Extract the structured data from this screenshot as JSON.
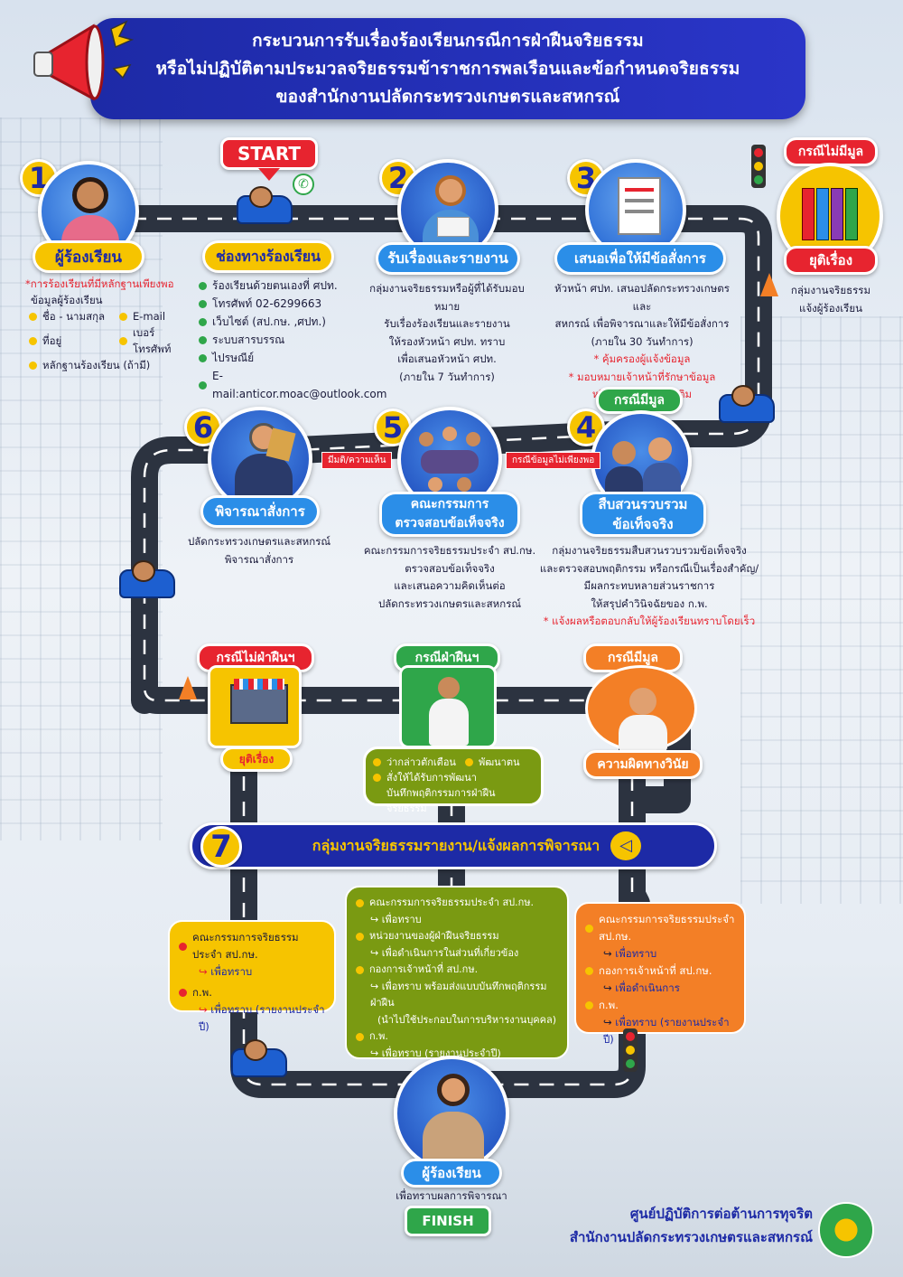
{
  "title": {
    "line1": "กระบวนการรับเรื่องร้องเรียนกรณีการฝ่าฝืนจริยธรรม",
    "line2": "หรือไม่ปฏิบัติตามประมวลจริยธรรมข้าราชการพลเรือนและข้อกำหนดจริยธรรม",
    "line3": "ของสำนักงานปลัดกระทรวงเกษตรและสหกรณ์"
  },
  "start_label": "START",
  "finish_label": "FINISH",
  "step1": {
    "num": "1",
    "label": "ผู้ร้องเรียน",
    "note": "*การร้องเรียนที่มีหลักฐานเพียงพอ",
    "sub": "ข้อมูลผู้ร้องเรียน",
    "items": [
      "ชื่อ - นามสกุล",
      "E-mail",
      "ที่อยู่",
      "เบอร์โทรศัพท์",
      "หลักฐานร้องเรียน (ถ้ามี)"
    ]
  },
  "channels": {
    "label": "ช่องทางร้องเรียน",
    "items": [
      "ร้องเรียนด้วยตนเองที่ ศปท.",
      "โทรศัพท์ 02-6299663",
      "เว็บไซต์ (สป.กษ. ,ศปท.)",
      "ระบบสารบรรณ",
      "ไปรษณีย์",
      "E-mail:anticor.moac@outlook.com"
    ]
  },
  "step2": {
    "num": "2",
    "label": "รับเรื่องและรายงาน",
    "lines": [
      "กลุ่มงานจริยธรรมหรือผู้ที่ได้รับมอบหมาย",
      "รับเรื่องร้องเรียนและรายงาน",
      "ให้รองหัวหน้า ศปท. ทราบ",
      "เพื่อเสนอหัวหน้า ศปท.",
      "(ภายใน 7 วันทำการ)"
    ]
  },
  "step3": {
    "num": "3",
    "label": "เสนอเพื่อให้มีข้อสั่งการ",
    "lines": [
      "หัวหน้า ศปท. เสนอปลัดกระทรวงเกษตรและ",
      "สหกรณ์ เพื่อพิจารณาและให้มีข้อสั่งการ",
      "(ภายใน 30 วันทำการ)"
    ],
    "notes": [
      "* คุ้มครองผู้แจ้งข้อมูล",
      "* มอบหมายเจ้าหน้าที่รักษาข้อมูล",
      "หรือข้อเท็จจริงเพิ่มเติม"
    ]
  },
  "no_basis": {
    "label": "กรณีไม่มีมูล",
    "end_label": "ยุติเรื่อง",
    "lines": [
      "กลุ่มงานจริยธรรม",
      "แจ้งผู้ร้องเรียน"
    ]
  },
  "step4": {
    "num": "4",
    "case": "กรณีมีมูล",
    "label_l1": "สืบสวนรวบรวม",
    "label_l2": "ข้อเท็จจริง",
    "lines": [
      "กลุ่มงานจริยธรรมสืบสวนรวบรวมข้อเท็จจริง",
      "และตรวจสอบพฤติกรรม หรือกรณีเป็นเรื่องสำคัญ/",
      "มีผลกระทบหลายส่วนราชการ",
      "ให้สรุปคำวินิจฉัยของ ก.พ."
    ],
    "note": "* แจ้งผลหรือตอบกลับให้ผู้ร้องเรียนทราบโดยเร็ว"
  },
  "step5": {
    "num": "5",
    "label_l1": "คณะกรรมการ",
    "label_l2": "ตรวจสอบข้อเท็จจริง",
    "arrow_in": "กรณีข้อมูลไม่เพียงพอ",
    "lines": [
      "คณะกรรมการจริยธรรมประจำ สป.กษ.",
      "ตรวจสอบข้อเท็จจริง",
      "และเสนอความคิดเห็นต่อ",
      "ปลัดกระทรวงเกษตรและสหกรณ์"
    ]
  },
  "step6": {
    "num": "6",
    "label": "พิจารณาสั่งการ",
    "arrow_in": "มีมติ/ความเห็น",
    "lines": [
      "ปลัดกระทรวงเกษตรและสหกรณ์",
      "พิจารณาสั่งการ"
    ]
  },
  "outcome_no_violation": {
    "label": "กรณีไม่ฝ่าฝืนฯ",
    "end_label": "ยุติเรื่อง"
  },
  "outcome_violation": {
    "label": "กรณีฝ่าฝืนฯ",
    "items": [
      "ว่ากล่าวตักเตือน",
      "พัฒนาตน",
      "สั่งให้ได้รับการพัฒนา",
      "บันทึกพฤติกรรมการฝ่าฝืนจริยธรรม"
    ]
  },
  "outcome_basis": {
    "label": "กรณีมีมูล",
    "end_label": "ความผิดทางวินัย"
  },
  "step7": {
    "num": "7",
    "label": "กลุ่มงานจริยธรรมรายงาน/แจ้งผลการพิจารณา"
  },
  "report_yellow": [
    {
      "to": "คณะกรรมการจริยธรรมประจำ สป.กษ.",
      "action": "เพื่อทราบ"
    },
    {
      "to": "ก.พ.",
      "action": "เพื่อทราบ (รายงานประจำปี)"
    }
  ],
  "report_green": [
    {
      "to": "คณะกรรมการจริยธรรมประจำ สป.กษ.",
      "action": "เพื่อทราบ"
    },
    {
      "to": "หน่วยงานของผู้ฝ่าฝืนจริยธรรม",
      "action": "เพื่อดำเนินการในส่วนที่เกี่ยวข้อง"
    },
    {
      "to": "กองการเจ้าหน้าที่ สป.กษ.",
      "action": "เพื่อทราบ พร้อมส่งแบบบันทึกพฤติกรรมฝ่าฝืน",
      "action2": "(นำไปใช้ประกอบในการบริหารงานบุคคล)"
    },
    {
      "to": "ก.พ.",
      "action": "เพื่อทราบ (รายงานประจำปี)"
    }
  ],
  "report_orange": [
    {
      "to": "คณะกรรมการจริยธรรมประจำ สป.กษ.",
      "action": "เพื่อทราบ"
    },
    {
      "to": "กองการเจ้าหน้าที่ สป.กษ.",
      "action": "เพื่อดำเนินการ"
    },
    {
      "to": "ก.พ.",
      "action": "เพื่อทราบ (รายงานประจำปี)"
    }
  ],
  "final": {
    "label": "ผู้ร้องเรียน",
    "sub": "เพื่อทราบผลการพิจารณา"
  },
  "footer": {
    "line1": "ศูนย์ปฏิบัติการต่อต้านการทุจริต",
    "line2": "สำนักงานปลัดกระทรวงเกษตรและสหกรณ์"
  },
  "colors": {
    "navy": "#1d2aa6",
    "blue": "#2b8ee8",
    "yellow": "#f6c400",
    "red": "#e7242f",
    "green": "#2fa64a",
    "olive": "#7a9a12",
    "orange": "#f37f26",
    "road": "#2c3340"
  }
}
